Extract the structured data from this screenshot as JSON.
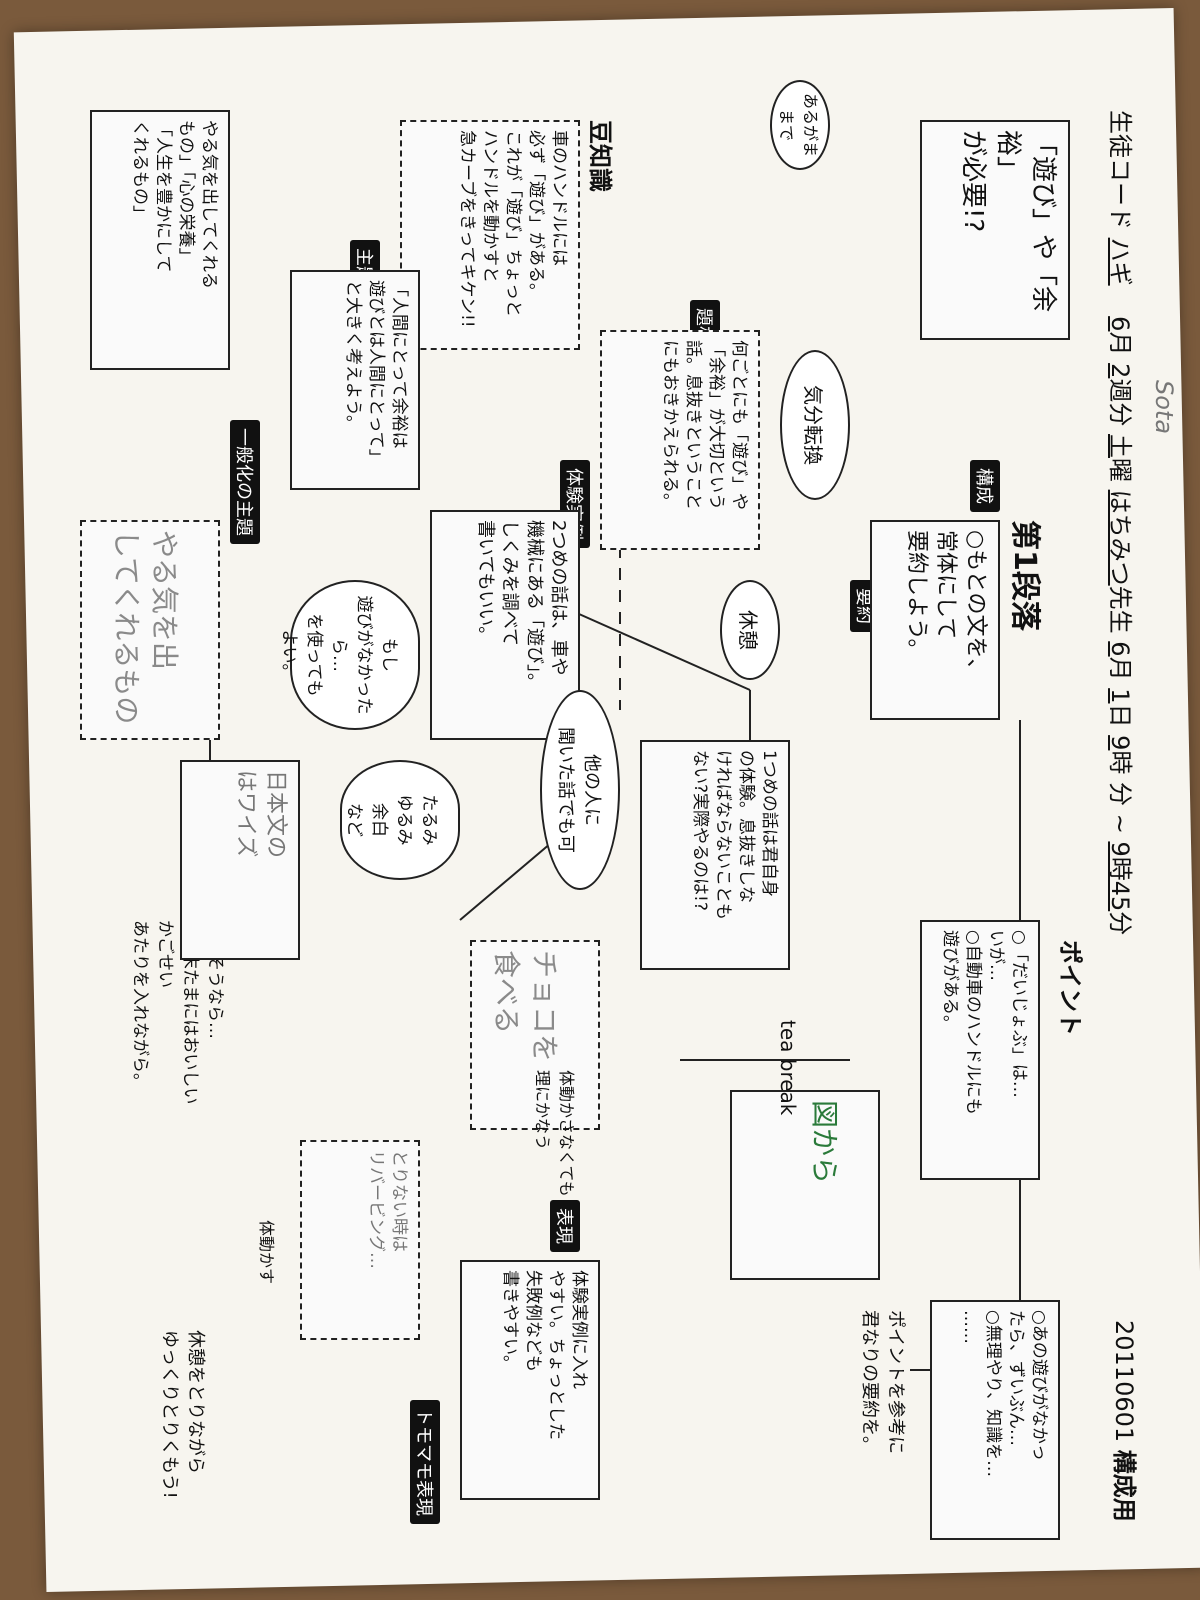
{
  "header": {
    "code_label": "生徒コード",
    "student_name": "ハギ",
    "month1": "6",
    "month_unit": "月",
    "week": "2",
    "week_unit": "週分",
    "weekday": "土",
    "weekday_unit": "曜",
    "teacher": "はちみつ",
    "teacher_unit": "先生",
    "month2": "6",
    "day": "1",
    "day_unit": "日",
    "hour_from": "9",
    "hour_unit": "時",
    "minute_unit": "分",
    "tilde": "~",
    "hour_to": "9時45",
    "minute_unit2": "分",
    "code": "20110601",
    "form": "構成用",
    "top_handwriting": "Sota"
  },
  "section": {
    "title": "第1段落",
    "kosei_tag": "構成",
    "youyaku_tag": "要約",
    "instruction": "○もとの文を、\n常体にして\n要約しよう。"
  },
  "mainbox": "「遊び」や「余裕」\nが必要!?",
  "cat_bubble": "あるがままで",
  "kibun_bubble": "気分転換",
  "kyuukei_bubble": "休憩",
  "daizai_tag": "題材",
  "taiken_tag": "体験実例",
  "daizai_box": "何ごとにも「遊び」や\n「余裕」が大切という\n話。息抜きということ\nにもおきかえられる。",
  "mamechishiki": {
    "title": "豆知識",
    "text": "車のハンドルには\n必ず「遊び」がある。\nこれが「遊び」ちょっと\nハンドルを動かすと\n急カーブをきってキケン!!"
  },
  "point": {
    "title": "ポイント",
    "text": "○「だいじょぶ」は…\nいが…\n○自動車のハンドルにも\n遊びがある。"
  },
  "point_right_box": "○あの遊びがなかっ\nたら、ずいぶん…\n○無理やり、知識を…\n……",
  "point_note": "ポイントを参考に\n君なりの要約を。",
  "illust_box": "図から",
  "tea_break": "tea break",
  "shugai": {
    "tag": "主題",
    "text": "「人間にとって余裕は\n遊びとは人間にとって」\nと大きく考えよう。",
    "ippanka_tag": "一般化の主題"
  },
  "sonomi_box": "やる気を出してくれる\nもの」「心の栄養」\n「人生を豊かにして\nくれるもの」",
  "pencil_box1": "やる気を出\nしてくれるもの",
  "tsukaeru": "使えそうなら…\n○週末たまにはおいしい\nかごせい\nあたりを入れながら。",
  "kyuukei_note": "休憩をとりながら\nゆっくりとりくもう!",
  "hajime_box": "2つめの話は、車や\n機械にある「遊び」。\nしくみを調べて\n書いてもいい。",
  "moshi_cloud": "もし\n遊びがなかったら…\nを使っても\nよい。",
  "tadasu_cloud": "たるみ\nゆるみ\n余白\nなど",
  "hito_bubble": "他の人に\n聞いた話でも可",
  "ichi_box": "1つめの話は君自身\nの体験。息抜きしな\nければならないことも\nない?実際やるのは!?",
  "choko_box": "チョコを\n食べる",
  "nihon_box": "日本文の\nはワイズ",
  "hyougen": {
    "tag": "表現",
    "text": "体験実例に入れ\nやすい。ちょっとした\n失敗例なども\n書きやすい。",
    "tag2": "トモマモ表現"
  },
  "kyoku_box": "とりない時は\nリバービング…",
  "frog_note": "体動かす",
  "side_marks": "体動かさなくても\n理にかなう"
}
